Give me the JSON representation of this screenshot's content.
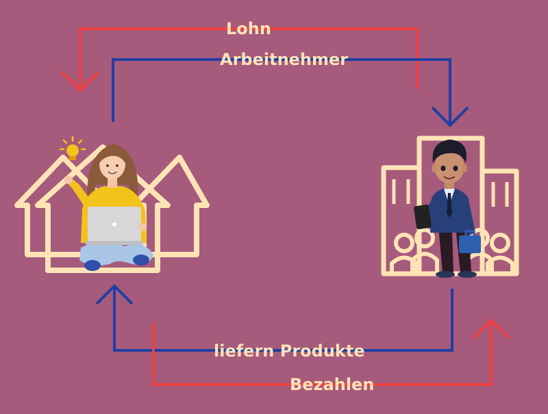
{
  "background": "#a65a7c",
  "colors": {
    "red_arrow": "#ef4142",
    "blue_arrow": "#1f3fa3",
    "label_text": "#fde3b6",
    "outline": "#fde3b6",
    "laptop": "#d8d8da",
    "sweater": "#f3c21b",
    "jeans": "#a9c6e6",
    "suit": "#28407a"
  },
  "icons": {
    "households": "houses-icon",
    "household_person": "woman-with-laptop-icon",
    "idea": "lightbulb-icon",
    "companies": "office-buildings-icon",
    "employees_group": "people-group-icon",
    "company_person": "businessman-icon"
  },
  "flows": {
    "wage": "Lohn",
    "employees": "Arbeitnehmer",
    "deliver_products": "liefern Produkte",
    "pay": "Bezahlen"
  }
}
